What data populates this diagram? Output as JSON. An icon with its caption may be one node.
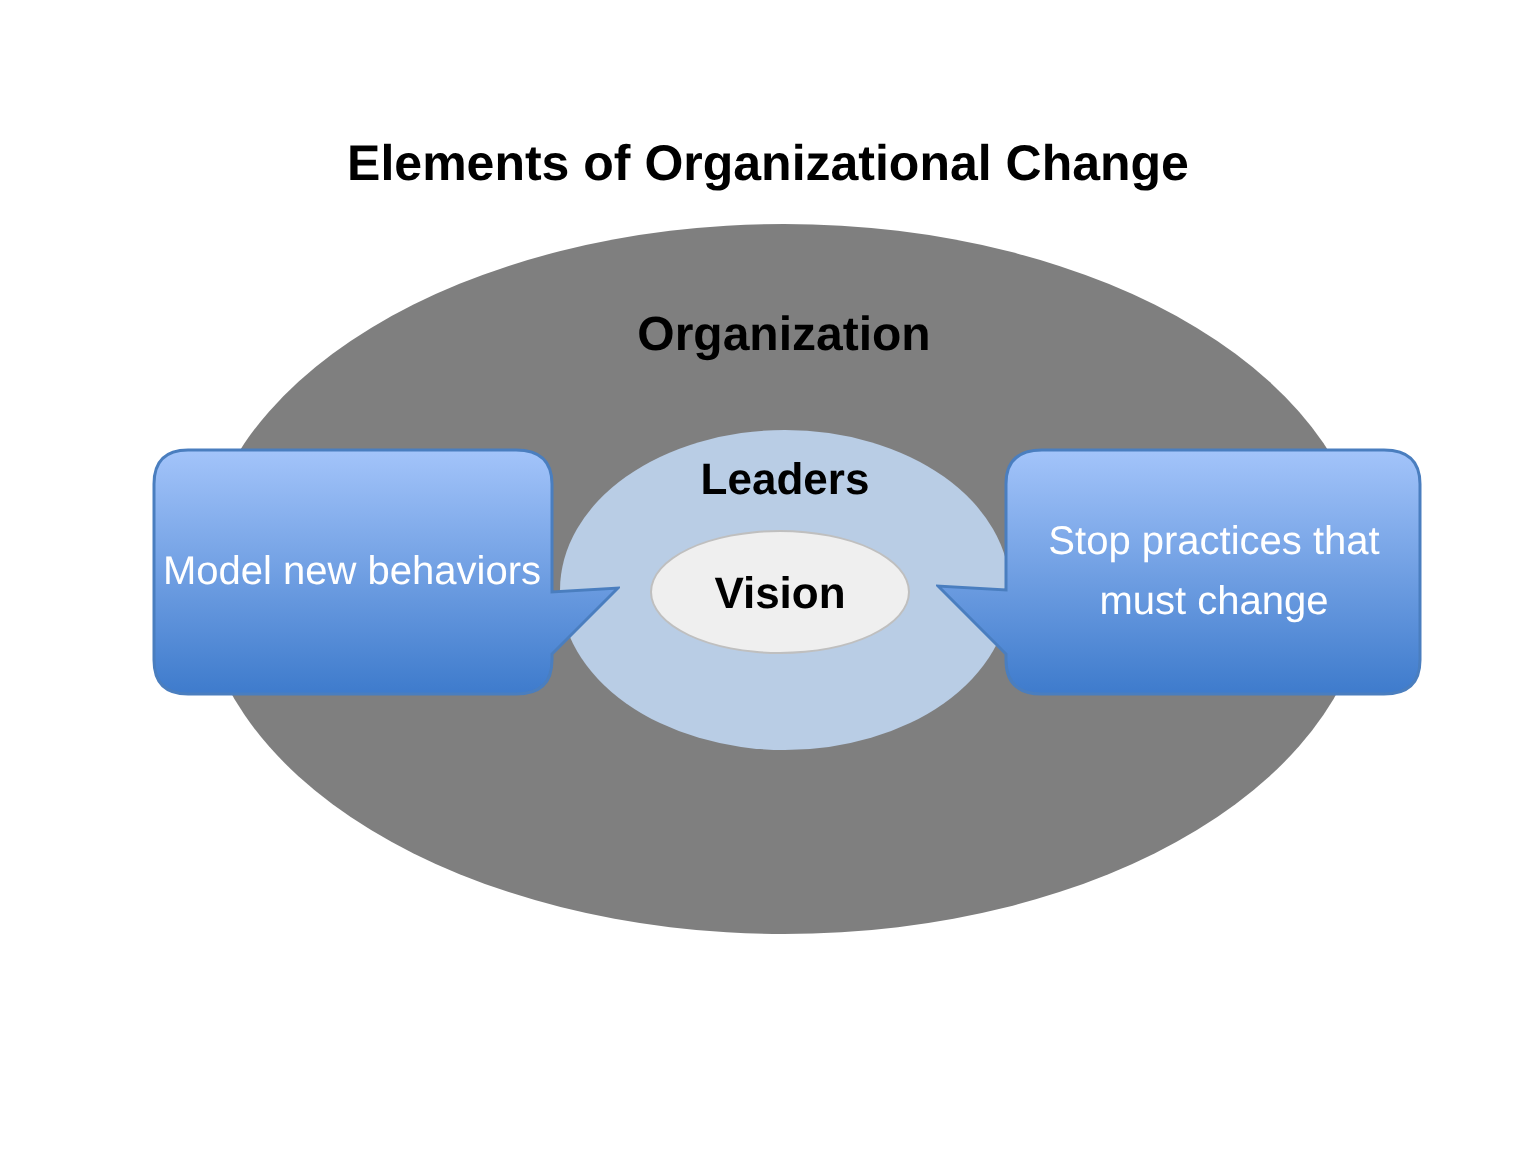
{
  "diagram": {
    "title": "Elements of Organizational Change",
    "nodes": [
      {
        "text": [
          "Organization"
        ]
      },
      {
        "text": [
          "Leaders"
        ],
        "in": 0
      },
      {
        "text": [
          "Vision"
        ],
        "in": 1
      },
      {
        "text": [
          "Model new behaviors"
        ]
      },
      {
        "text": [
          "Stop practices that must change"
        ]
      }
    ]
  }
}
